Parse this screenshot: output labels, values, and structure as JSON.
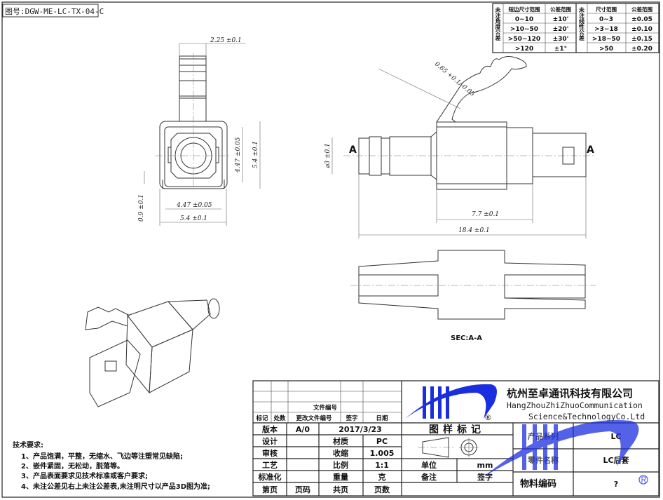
{
  "drawing_number": "图号:DGW-ME-LC-TX-04-C",
  "tolerance_table": {
    "angle_title": "未注角度公差",
    "angle_headers": [
      "短边尺寸范围",
      "公差范围"
    ],
    "angle_rows": [
      [
        "0~10",
        "±10'"
      ],
      [
        ">10~50",
        "±20'"
      ],
      [
        ">50~120",
        "±30'"
      ],
      [
        ">120",
        "±1°"
      ]
    ],
    "linear_title": "未注线性公差",
    "linear_headers": [
      "尺寸范围",
      "公差范围"
    ],
    "linear_rows": [
      [
        "0~3",
        "±0.05"
      ],
      [
        ">3~18",
        "±0.10"
      ],
      [
        ">18~50",
        "±0.15"
      ],
      [
        ">50",
        "±0.20"
      ]
    ]
  },
  "dimensions": {
    "tube_width": "2.25 ±0.1",
    "inner_height": "4.47 ±0.05",
    "outer_height": "5.4 ±0.1",
    "inner_width": "4.47 ±0.05",
    "outer_width": "5.4 ±0.1",
    "foot": "0.9 ±0.1",
    "latch_thickness": "0.65 +0.1/-0.05",
    "diameter": "⌀3 ±0.1",
    "body_length": "7.7 ±0.1",
    "total_length": "18.4 ±0.1",
    "section_marker": "A"
  },
  "section_label": "SEC:A-A",
  "tech_requirements": {
    "title": "技术要求:",
    "items": [
      "1、产品饱满，平整，无缩水、飞边等注塑常见缺陷;",
      "2、嵌件紧固，无松动，脱落等。",
      "3、产品表面要求见技术标准或客户要求;",
      "4、未注公差见右上未注公差表,未注明尺寸以产品3D图为准;"
    ]
  },
  "title_block": {
    "revision_headers": {
      "file_no": "文件编号",
      "mark": "标记",
      "count": "处数",
      "change_no": "更改文件编号",
      "sign": "签字",
      "date": "日期"
    },
    "version_label": "版本",
    "version": "A/0",
    "version_date": "2017/3/23",
    "design_label": "设计",
    "review_label": "审核",
    "process_label": "工艺",
    "standard_label": "标准化",
    "material_label": "材质",
    "material": "PC",
    "shrink_label": "收缩",
    "shrink": "1.005",
    "scale_label": "比例",
    "scale": "1:1",
    "weight_label": "重量",
    "weight": "克",
    "page_label": "第页",
    "page": "页码",
    "total_label": "共页",
    "total": "页数",
    "pattern_mark": "图样标记",
    "unit_label": "单位",
    "unit": "mm",
    "remark_label": "备注",
    "sign_label": "签字",
    "series_label": "产品系列",
    "series": "LC",
    "part_label": "零件名称",
    "part": "LC后套",
    "material_code_label": "物料编码",
    "material_code": "?"
  },
  "company": {
    "name_cn": "杭州至卓通讯科技有限公司",
    "name_en_1": "HangZhouZhiZhuoCommunication",
    "name_en_2": "Science&TechnologyCo.Ltd",
    "logo_mark": "®",
    "logo_color": "#1a2ee0"
  }
}
